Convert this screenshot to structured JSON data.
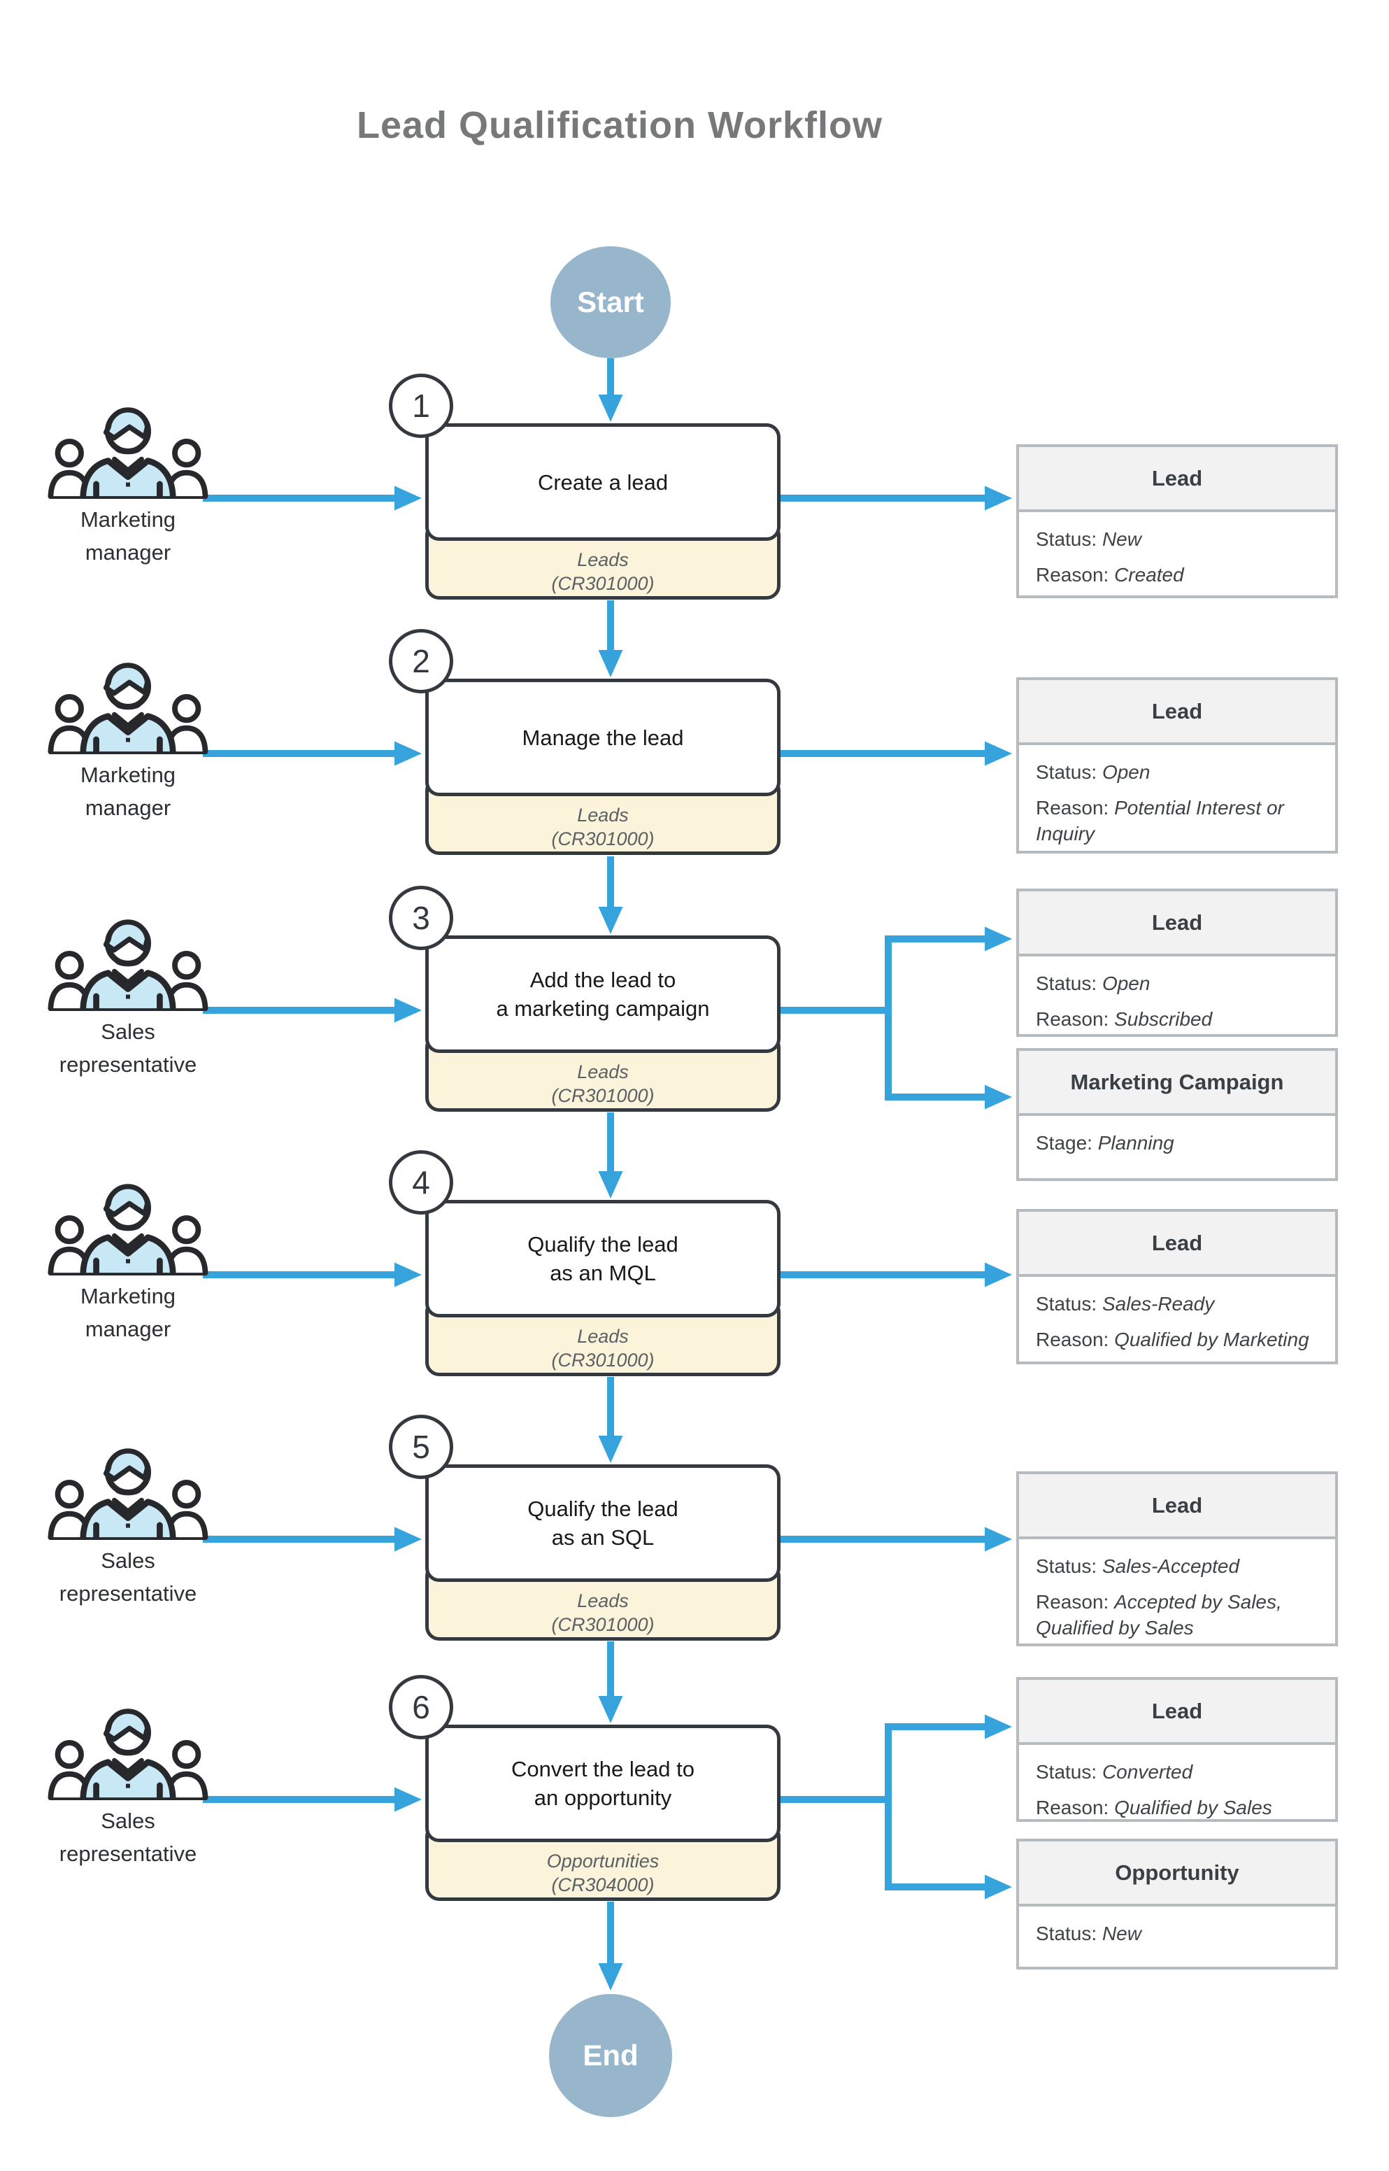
{
  "title": "Lead Qualification Workflow",
  "terminals": {
    "start": "Start",
    "end": "End"
  },
  "colors": {
    "arrow_blue": "#36a3dc",
    "terminal_fill": "#97b6cb",
    "node_border": "#33393f",
    "screen_footer_bg": "#fbf3da",
    "info_border": "#b5bbbf",
    "info_header_bg": "#f2f2f3",
    "title_gray": "#76787a",
    "actor_fill": "#c9e8f6"
  },
  "steps": [
    {
      "number": "1",
      "actor_line1": "Marketing",
      "actor_line2": "manager",
      "title_line1": "Create a lead",
      "title_line2": "",
      "screen_line1": "Leads",
      "screen_line2": "(CR301000)"
    },
    {
      "number": "2",
      "actor_line1": "Marketing",
      "actor_line2": "manager",
      "title_line1": "Manage the lead",
      "title_line2": "",
      "screen_line1": "Leads",
      "screen_line2": "(CR301000)"
    },
    {
      "number": "3",
      "actor_line1": "Sales",
      "actor_line2": "representative",
      "title_line1": "Add the lead to",
      "title_line2": "a marketing campaign",
      "screen_line1": "Leads",
      "screen_line2": "(CR301000)"
    },
    {
      "number": "4",
      "actor_line1": "Marketing",
      "actor_line2": "manager",
      "title_line1": "Qualify the lead",
      "title_line2": "as an MQL",
      "screen_line1": "Leads",
      "screen_line2": "(CR301000)"
    },
    {
      "number": "5",
      "actor_line1": "Sales",
      "actor_line2": "representative",
      "title_line1": "Qualify the lead",
      "title_line2": "as an SQL",
      "screen_line1": "Leads",
      "screen_line2": "(CR301000)"
    },
    {
      "number": "6",
      "actor_line1": "Sales",
      "actor_line2": "representative",
      "title_line1": "Convert the lead to",
      "title_line2": "an opportunity",
      "screen_line1": "Opportunities",
      "screen_line2": "(CR304000)"
    }
  ],
  "info_boxes": [
    {
      "title": "Lead",
      "rows": [
        {
          "label": "Status:",
          "value": "New"
        },
        {
          "label": "Reason:",
          "value": "Created"
        }
      ]
    },
    {
      "title": "Lead",
      "rows": [
        {
          "label": "Status:",
          "value": "Open"
        },
        {
          "label": "Reason:",
          "value": "Potential Interest or Inquiry"
        }
      ]
    },
    {
      "title": "Lead",
      "rows": [
        {
          "label": "Status:",
          "value": "Open"
        },
        {
          "label": "Reason:",
          "value": "Subscribed"
        }
      ]
    },
    {
      "title": "Marketing Campaign",
      "rows": [
        {
          "label": "Stage:",
          "value": "Planning"
        }
      ]
    },
    {
      "title": "Lead",
      "rows": [
        {
          "label": "Status:",
          "value": "Sales-Ready"
        },
        {
          "label": "Reason:",
          "value": "Qualified by Marketing"
        }
      ]
    },
    {
      "title": "Lead",
      "rows": [
        {
          "label": "Status:",
          "value": "Sales-Accepted"
        },
        {
          "label": "Reason:",
          "value": "Accepted by Sales, Qualified by Sales"
        }
      ]
    },
    {
      "title": "Lead",
      "rows": [
        {
          "label": "Status:",
          "value": "Converted"
        },
        {
          "label": "Reason:",
          "value": "Qualified by Sales"
        }
      ]
    },
    {
      "title": "Opportunity",
      "rows": [
        {
          "label": "Status:",
          "value": "New"
        }
      ]
    }
  ]
}
